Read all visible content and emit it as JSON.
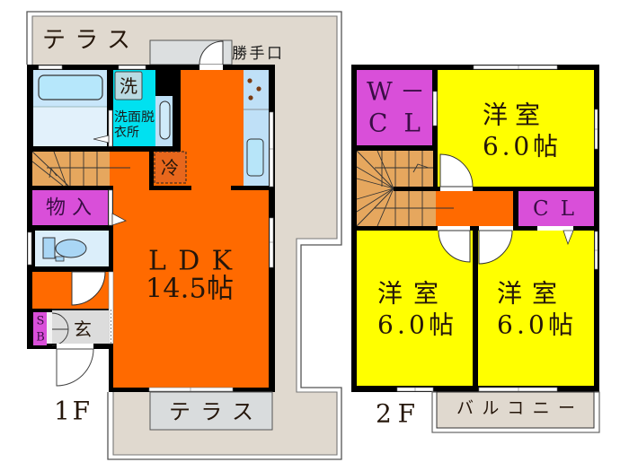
{
  "floor_1": {
    "label": "1F",
    "terrace_top": "テラス",
    "terrace_bottom": "テラス",
    "back_door": "勝手口",
    "ldk": {
      "name": "LDK",
      "size": "14.5帖"
    },
    "washing_machine": "洗",
    "washroom": {
      "line1": "洗面脱",
      "line2": "衣所"
    },
    "fridge": "冷",
    "storage": "物入",
    "shoe_box": {
      "line1": "S",
      "line2": "B"
    },
    "entrance": "玄"
  },
  "floor_2": {
    "label": "2F",
    "walk_in_closet": {
      "line1": "W－",
      "line2": "CL"
    },
    "closet": "CL",
    "bedrooms": [
      {
        "name": "洋室",
        "size": "6.0帖"
      },
      {
        "name": "洋室",
        "size": "6.0帖"
      },
      {
        "name": "洋室",
        "size": "6.0帖"
      }
    ],
    "balcony": "バルコニー"
  },
  "colors": {
    "ldk": "#ff6a00",
    "bedroom": "#ffff00",
    "closet": "#d94fd9",
    "stairs": "#e6a75e",
    "washroom": "#00e1f0",
    "bath": "#c8e6fa",
    "bath_lower": "#e2f1fb",
    "toilet": "#dbeefa",
    "entrance": "#dcdcdc",
    "terrace": "#e0d9cf",
    "terrace_box": "#d9dcdd",
    "wall": "#000000",
    "fridge": "#e8671c",
    "fixture": "#bfe0f7"
  }
}
